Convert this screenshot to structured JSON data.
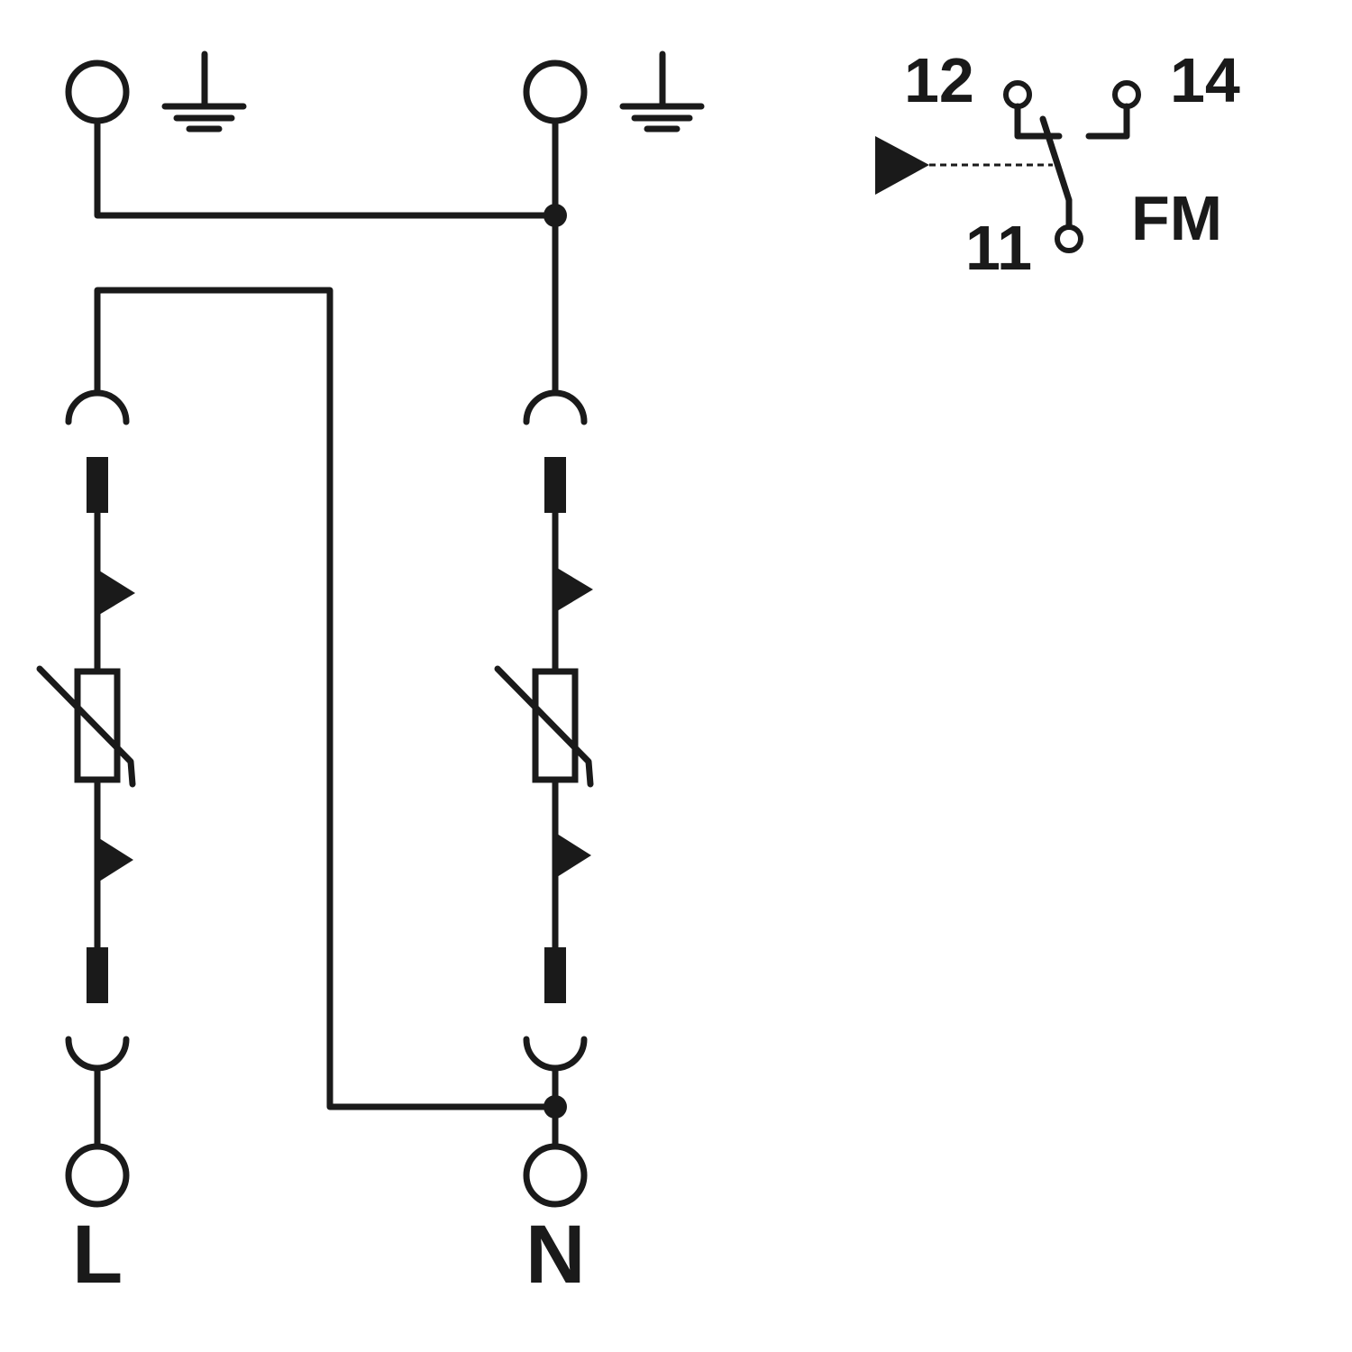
{
  "labels": {
    "l": "L",
    "n": "N",
    "fm": "FM",
    "contact_12": "12",
    "contact_14": "14",
    "contact_11": "11"
  },
  "colors": {
    "line": "#1a1a1a",
    "background": "#ffffff"
  }
}
